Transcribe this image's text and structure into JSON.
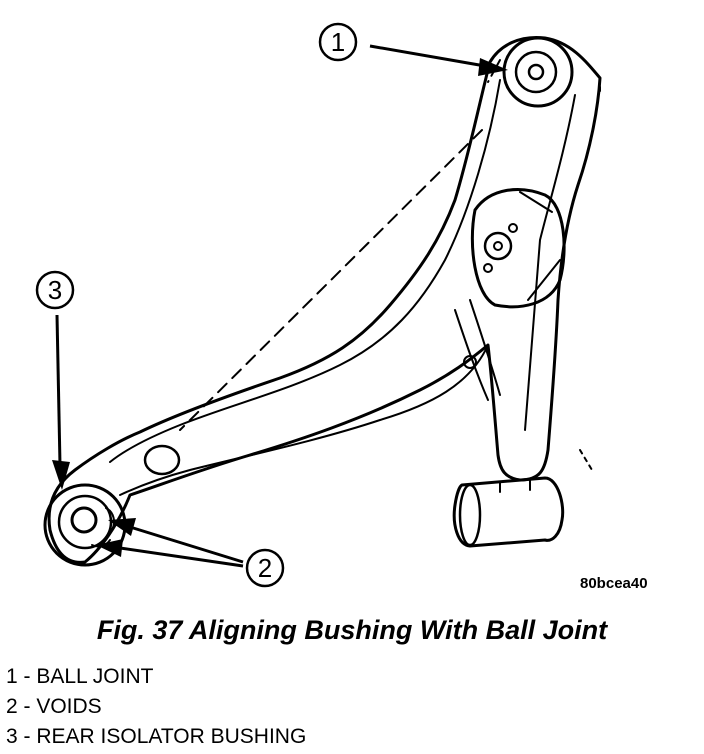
{
  "figure": {
    "drawing_code": "80bcea40",
    "caption": "Fig. 37 Aligning Bushing With Ball Joint"
  },
  "callouts": [
    {
      "number": "1"
    },
    {
      "number": "2"
    },
    {
      "number": "3"
    }
  ],
  "legend": [
    {
      "text": "1 - BALL JOINT"
    },
    {
      "text": "2 - VOIDS"
    },
    {
      "text": "3 - REAR ISOLATOR BUSHING"
    }
  ],
  "colors": {
    "ink": "#000000",
    "paper": "#ffffff"
  }
}
